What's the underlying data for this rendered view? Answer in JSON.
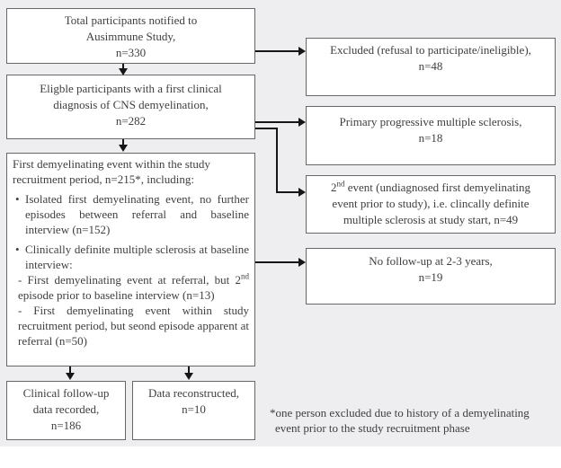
{
  "colors": {
    "background": "#eeedef",
    "box_fill": "#ffffff",
    "box_border": "#67676a",
    "line": "#161616",
    "text": "#3f3e40"
  },
  "boxes": {
    "total": {
      "line1": "Total participants notified to",
      "line2": "Ausimmune Study,",
      "line3": "n=330"
    },
    "eligible": {
      "line1": "Eligble participants with a first clinical",
      "line2": "diagnosis of CNS demyelination,",
      "line3": "n=282"
    },
    "first_event": {
      "heading_line1": "First demyelinating event within the study",
      "heading_line2": "recruitment period, n=215*, including:",
      "bullet1": "Isolated first demyelinating event, no further episodes between referral and baseline interview (n=152)",
      "bullet2": "Clinically definite multiple sclerosis at baseline interview:",
      "sub1_pre": "- First demyelinating event at referral, but 2",
      "sub1_sup": "nd",
      "sub1_post": " episode prior to baseline interview (n=13)",
      "sub2": "- First demyelinating event within study recruitment period, but seond episode apparent at referral (n=50)"
    },
    "clinical_followup": {
      "line1": "Clinical follow-up",
      "line2": "data recorded,",
      "line3": "n=186"
    },
    "data_reconstructed": {
      "line1": "Data reconstructed,",
      "line2": "n=10"
    },
    "excluded": {
      "line1": "Excluded (refusal to participate/ineligible),",
      "line2": "n=48"
    },
    "primary_progressive": {
      "line1": "Primary progressive multiple sclerosis,",
      "line2": "n=18"
    },
    "second_event": {
      "line1_pre": "2",
      "line1_sup": "nd",
      "line1_post": " event (undiagnosed first demyelinating",
      "line2": "event prior to study), i.e. clincally definite",
      "line3": "multiple sclerosis at study start, n=49"
    },
    "no_followup": {
      "line1": "No follow-up at 2-3 years,",
      "line2": "n=19"
    }
  },
  "footnote": {
    "line1": "*one person excluded due to history of a demyelinating",
    "line2": "event prior to the study recruitment phase"
  }
}
